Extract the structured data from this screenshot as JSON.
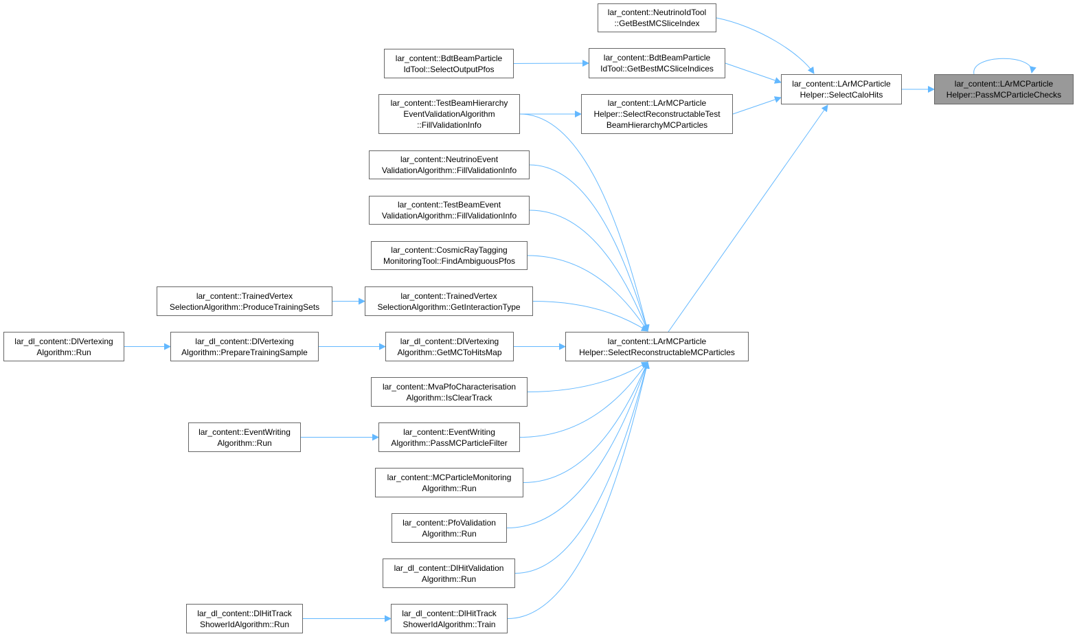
{
  "colors": {
    "edge": "#63b8ff",
    "border": "#666666",
    "root_fill": "#999999",
    "node_fill": "#ffffff"
  },
  "nodes": [
    {
      "id": "root",
      "lines": [
        "lar_content::LArMCParticle",
        "Helper::PassMCParticleChecks"
      ],
      "root": true
    },
    {
      "id": "selectCaloHits",
      "lines": [
        "lar_content::LArMCParticle",
        "Helper::SelectCaloHits"
      ]
    },
    {
      "id": "neutrinoIdTool",
      "lines": [
        "lar_content::NeutrinoIdTool",
        "::GetBestMCSliceIndex"
      ]
    },
    {
      "id": "bdtGetBest",
      "lines": [
        "lar_content::BdtBeamParticle",
        "IdTool::GetBestMCSliceIndices"
      ]
    },
    {
      "id": "bdtSelectOutput",
      "lines": [
        "lar_content::BdtBeamParticle",
        "IdTool::SelectOutputPfos"
      ]
    },
    {
      "id": "selectRecTestBeam",
      "lines": [
        "lar_content::LArMCParticle",
        "Helper::SelectReconstructableTest",
        "BeamHierarchyMCParticles"
      ]
    },
    {
      "id": "testBeamHierarchy",
      "lines": [
        "lar_content::TestBeamHierarchy",
        "EventValidationAlgorithm",
        "::FillValidationInfo"
      ]
    },
    {
      "id": "selectRecMC",
      "lines": [
        "lar_content::LArMCParticle",
        "Helper::SelectReconstructableMCParticles"
      ]
    },
    {
      "id": "neutrinoEventVal",
      "lines": [
        "lar_content::NeutrinoEvent",
        "ValidationAlgorithm::FillValidationInfo"
      ]
    },
    {
      "id": "testBeamEventVal",
      "lines": [
        "lar_content::TestBeamEvent",
        "ValidationAlgorithm::FillValidationInfo"
      ]
    },
    {
      "id": "cosmicRay",
      "lines": [
        "lar_content::CosmicRayTagging",
        "MonitoringTool::FindAmbiguousPfos"
      ]
    },
    {
      "id": "trainedVertexGet",
      "lines": [
        "lar_content::TrainedVertex",
        "SelectionAlgorithm::GetInteractionType"
      ]
    },
    {
      "id": "trainedVertexProduce",
      "lines": [
        "lar_content::TrainedVertex",
        "SelectionAlgorithm::ProduceTrainingSets"
      ]
    },
    {
      "id": "dlVertexGetMC",
      "lines": [
        "lar_dl_content::DlVertexing",
        "Algorithm::GetMCToHitsMap"
      ]
    },
    {
      "id": "dlVertexPrepare",
      "lines": [
        "lar_dl_content::DlVertexing",
        "Algorithm::PrepareTrainingSample"
      ]
    },
    {
      "id": "dlVertexRun",
      "lines": [
        "lar_dl_content::DlVertexing",
        "Algorithm::Run"
      ]
    },
    {
      "id": "mvaPfo",
      "lines": [
        "lar_content::MvaPfoCharacterisation",
        "Algorithm::IsClearTrack"
      ]
    },
    {
      "id": "eventWritingPass",
      "lines": [
        "lar_content::EventWriting",
        "Algorithm::PassMCParticleFilter"
      ]
    },
    {
      "id": "eventWritingRun",
      "lines": [
        "lar_content::EventWriting",
        "Algorithm::Run"
      ]
    },
    {
      "id": "mcParticleMon",
      "lines": [
        "lar_content::MCParticleMonitoring",
        "Algorithm::Run"
      ]
    },
    {
      "id": "pfoValidation",
      "lines": [
        "lar_content::PfoValidation",
        "Algorithm::Run"
      ]
    },
    {
      "id": "dlHitValidation",
      "lines": [
        "lar_dl_content::DlHitValidation",
        "Algorithm::Run"
      ]
    },
    {
      "id": "dlHitTrackTrain",
      "lines": [
        "lar_dl_content::DlHitTrack",
        "ShowerIdAlgorithm::Train"
      ]
    },
    {
      "id": "dlHitTrackRun",
      "lines": [
        "lar_dl_content::DlHitTrack",
        "ShowerIdAlgorithm::Run"
      ]
    }
  ],
  "edges": [
    {
      "from": "root",
      "to": "root"
    },
    {
      "from": "selectCaloHits",
      "to": "root"
    },
    {
      "from": "neutrinoIdTool",
      "to": "selectCaloHits"
    },
    {
      "from": "bdtGetBest",
      "to": "selectCaloHits"
    },
    {
      "from": "selectRecTestBeam",
      "to": "selectCaloHits"
    },
    {
      "from": "selectRecMC",
      "to": "selectCaloHits"
    },
    {
      "from": "bdtSelectOutput",
      "to": "bdtGetBest"
    },
    {
      "from": "testBeamHierarchy",
      "to": "selectRecTestBeam"
    },
    {
      "from": "testBeamHierarchy",
      "to": "selectRecMC"
    },
    {
      "from": "neutrinoEventVal",
      "to": "selectRecMC"
    },
    {
      "from": "testBeamEventVal",
      "to": "selectRecMC"
    },
    {
      "from": "cosmicRay",
      "to": "selectRecMC"
    },
    {
      "from": "trainedVertexGet",
      "to": "selectRecMC"
    },
    {
      "from": "trainedVertexProduce",
      "to": "trainedVertexGet"
    },
    {
      "from": "dlVertexGetMC",
      "to": "selectRecMC"
    },
    {
      "from": "dlVertexPrepare",
      "to": "dlVertexGetMC"
    },
    {
      "from": "dlVertexRun",
      "to": "dlVertexPrepare"
    },
    {
      "from": "mvaPfo",
      "to": "selectRecMC"
    },
    {
      "from": "eventWritingPass",
      "to": "selectRecMC"
    },
    {
      "from": "eventWritingRun",
      "to": "eventWritingPass"
    },
    {
      "from": "mcParticleMon",
      "to": "selectRecMC"
    },
    {
      "from": "pfoValidation",
      "to": "selectRecMC"
    },
    {
      "from": "dlHitValidation",
      "to": "selectRecMC"
    },
    {
      "from": "dlHitTrackTrain",
      "to": "selectRecMC"
    },
    {
      "from": "dlHitTrackRun",
      "to": "dlHitTrackTrain"
    }
  ]
}
